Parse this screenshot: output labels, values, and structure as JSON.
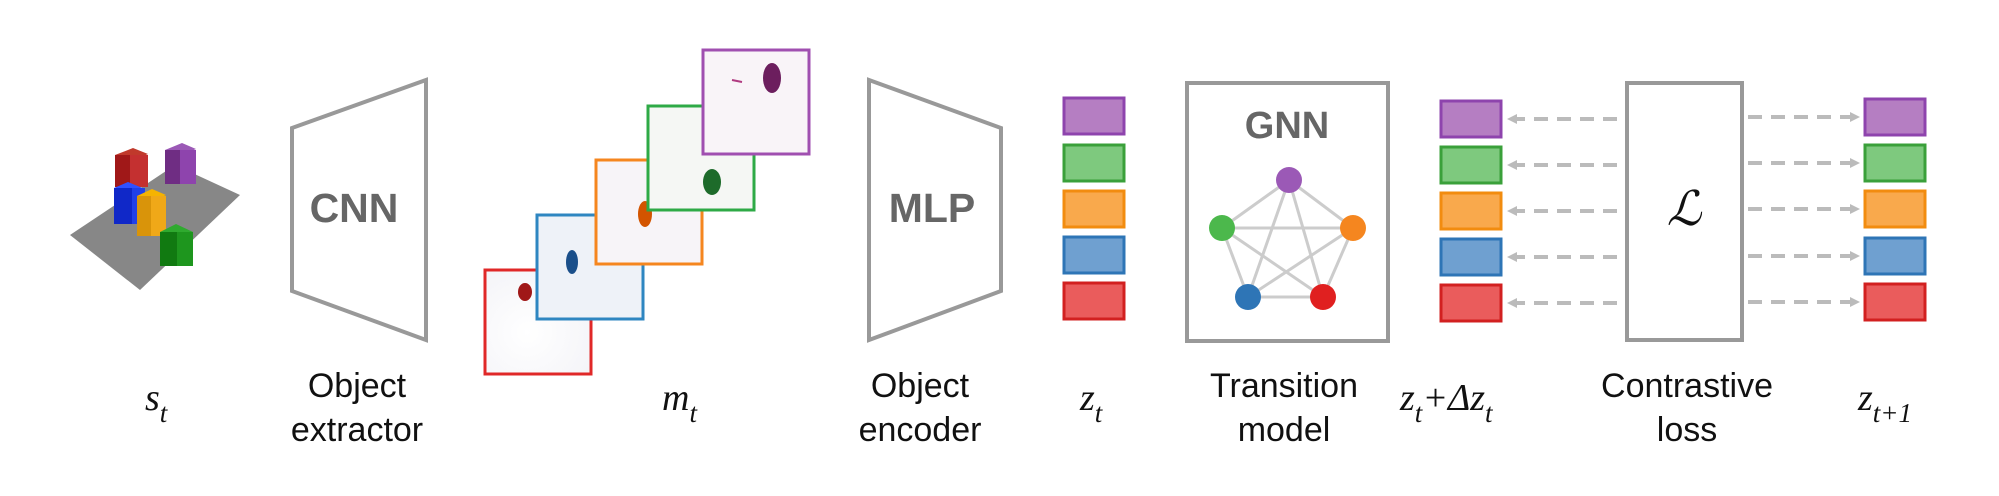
{
  "boxes": {
    "cnn": "CNN",
    "mlp": "MLP",
    "gnn": "GNN",
    "loss": "ℒ"
  },
  "captions": {
    "s_t": "s",
    "s_t_sub": "t",
    "object_extractor_1": "Object",
    "object_extractor_2": "extractor",
    "m_t": "m",
    "m_t_sub": "t",
    "object_encoder_1": "Object",
    "object_encoder_2": "encoder",
    "z_t": "z",
    "z_t_sub": "t",
    "transition_1": "Transition",
    "transition_2": "model",
    "z_delta_a": "z",
    "z_delta_sub1": "t",
    "z_delta_b": "+Δz",
    "z_delta_sub2": "t",
    "contrastive_1": "Contrastive",
    "contrastive_2": "loss",
    "z_next": "z",
    "z_next_sub": "t+1"
  },
  "colors": {
    "purple": "#9b59b6",
    "green": "#3aa03a",
    "orange": "#f39c12",
    "blue": "#2e75b6",
    "red": "#e02828",
    "gray": "#999999"
  },
  "icons": {
    "scene": "block-scene-icon",
    "trapezoid": "trapezoid-encoder-shape",
    "arrow": "dashed-arrow-icon"
  }
}
